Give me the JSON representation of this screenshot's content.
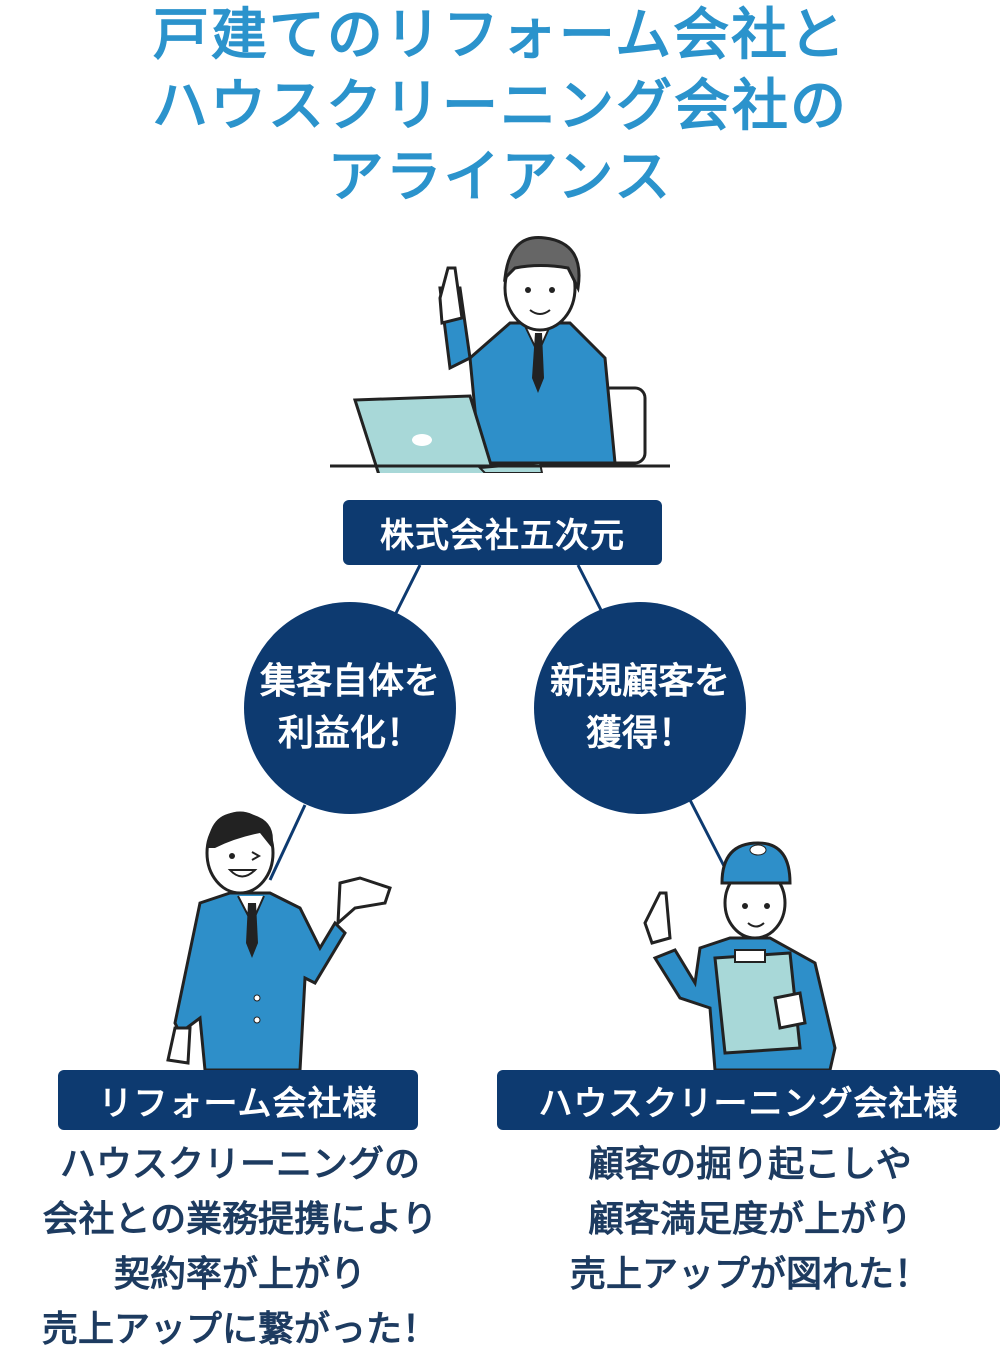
{
  "title": {
    "lines": [
      "戸建てのリフォーム会社と",
      "ハウスクリーニング会社の",
      "アライアンス"
    ]
  },
  "center": {
    "label": "株式会社五次元"
  },
  "left_bubble": {
    "lines": [
      "集客自体を",
      "利益化！"
    ]
  },
  "right_bubble": {
    "lines": [
      "新規顧客を",
      "獲得！"
    ]
  },
  "left_company": {
    "label": "リフォーム会社様",
    "desc": [
      "ハウスクリーニングの",
      "会社との業務提携により",
      "契約率が上がり",
      "売上アップに繋がった！"
    ]
  },
  "right_company": {
    "label": "ハウスクリーニング会社様",
    "desc": [
      "顧客の掘り起こしや",
      "顧客満足度が上がり",
      "売上アップが図れた！"
    ]
  },
  "colors": {
    "title": "#2b93cc",
    "navy": "#0d3a70",
    "suit": "#2e8fc9",
    "laptop": "#a8d8d8"
  }
}
